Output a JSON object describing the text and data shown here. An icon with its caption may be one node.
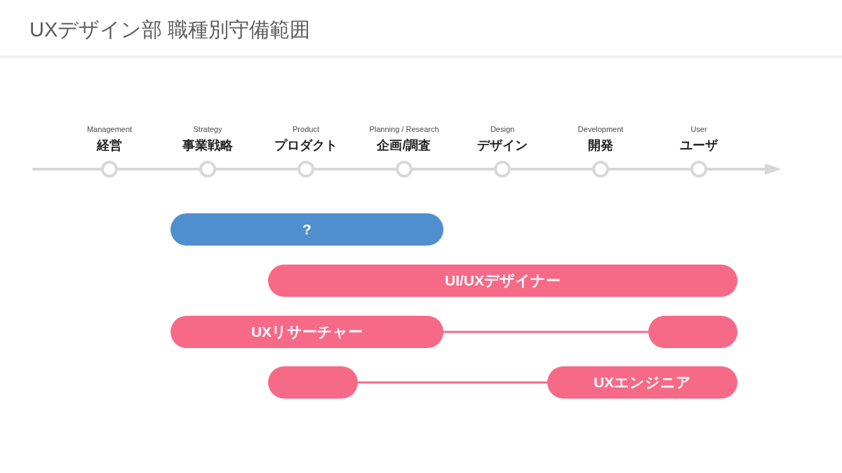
{
  "diagram": {
    "title": "UXデザイン部 職種別守備範囲",
    "nodes": [
      {
        "text": [
          "Management",
          "経営"
        ]
      },
      {
        "text": [
          "Strategy",
          "事業戦略"
        ]
      },
      {
        "text": [
          "Product",
          "プロダクト"
        ]
      },
      {
        "text": [
          "Planning / Research",
          "企画/調査"
        ]
      },
      {
        "text": [
          "Design",
          "デザイン"
        ]
      },
      {
        "text": [
          "Development",
          "開発"
        ]
      },
      {
        "text": [
          "User",
          "ユーザ"
        ]
      },
      {
        "text": [
          "?"
        ]
      },
      {
        "text": [
          "UI/UXデザイナー"
        ]
      },
      {
        "text": [
          "UXリサーチャー"
        ]
      },
      {
        "text": [],
        "shape": "bar"
      },
      {
        "text": [],
        "shape": "bar"
      },
      {
        "text": [
          "UXエンジニア"
        ]
      }
    ],
    "edges": [
      {
        "from": 9,
        "to": 10,
        "arrow": "none"
      },
      {
        "from": 11,
        "to": 12,
        "arrow": "none"
      }
    ]
  }
}
